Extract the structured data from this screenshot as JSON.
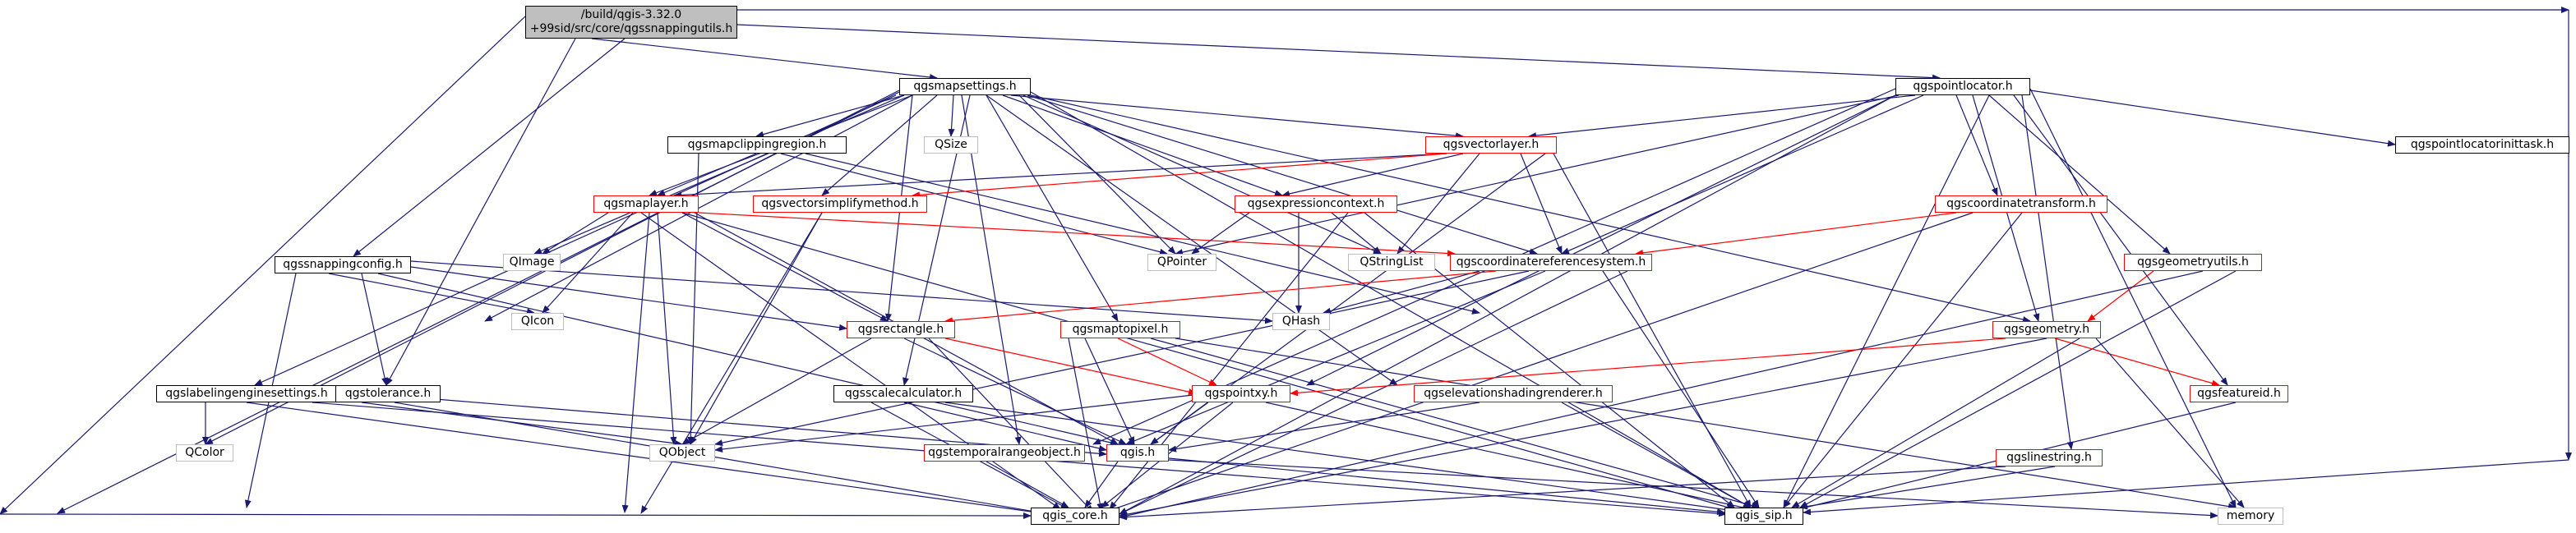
{
  "colors": {
    "edge": "#191970",
    "edge_red": "#ff0000",
    "node_border": "#000000",
    "node_border_red": "#ff0000",
    "node_border_gray": "#bfbfbf",
    "root_fill": "#bfbfbf"
  },
  "graph": {
    "root_line1": "/build/qgis-3.32.0",
    "root_line2": "+99sid/src/core/qgssnappingutils.h",
    "nodes": {
      "qgsmapsettings": "qgsmapsettings.h",
      "qgspointlocator": "qgspointlocator.h",
      "qgsmapclippingregion": "qgsmapclippingregion.h",
      "qsize": "QSize",
      "qgsvectorlayer": "qgsvectorlayer.h",
      "qgspointlocatorinittask": "qgspointlocatorinittask.h",
      "qgsmaplayer": "qgsmaplayer.h",
      "qgsvectorsimplifymethod": "qgsvectorsimplifymethod.h",
      "qgsexpressioncontext": "qgsexpressioncontext.h",
      "qgscoordinatetransform": "qgscoordinatetransform.h",
      "qimage": "QImage",
      "qpointer": "QPointer",
      "qstringlist": "QStringList",
      "qgscoordinatereferencesystem": "qgscoordinatereferencesystem.h",
      "qgsgeometryutils": "qgsgeometryutils.h",
      "qgssnappingconfig": "qgssnappingconfig.h",
      "qicon": "QIcon",
      "qhash": "QHash",
      "qgsrectangle": "qgsrectangle.h",
      "qgsmaptopixel": "qgsmaptopixel.h",
      "qgsgeometry": "qgsgeometry.h",
      "qgslabelingenginesettings": "qgslabelingenginesettings.h",
      "qgstolerance": "qgstolerance.h",
      "qgsscalecalculator": "qgsscalecalculator.h",
      "qgspointxy": "qgspointxy.h",
      "qgselevationshadingrenderer": "qgselevationshadingrenderer.h",
      "qgsfeatureid": "qgsfeatureid.h",
      "qcolor": "QColor",
      "qobject": "QObject",
      "qgis": "qgis.h",
      "qgstemporalrangeobject": "qgstemporalrangeobject.h",
      "qgslinestring": "qgslinestring.h",
      "qgis_core": "qgis_core.h",
      "qgis_sip": "qgis_sip.h",
      "memory": "memory"
    }
  }
}
